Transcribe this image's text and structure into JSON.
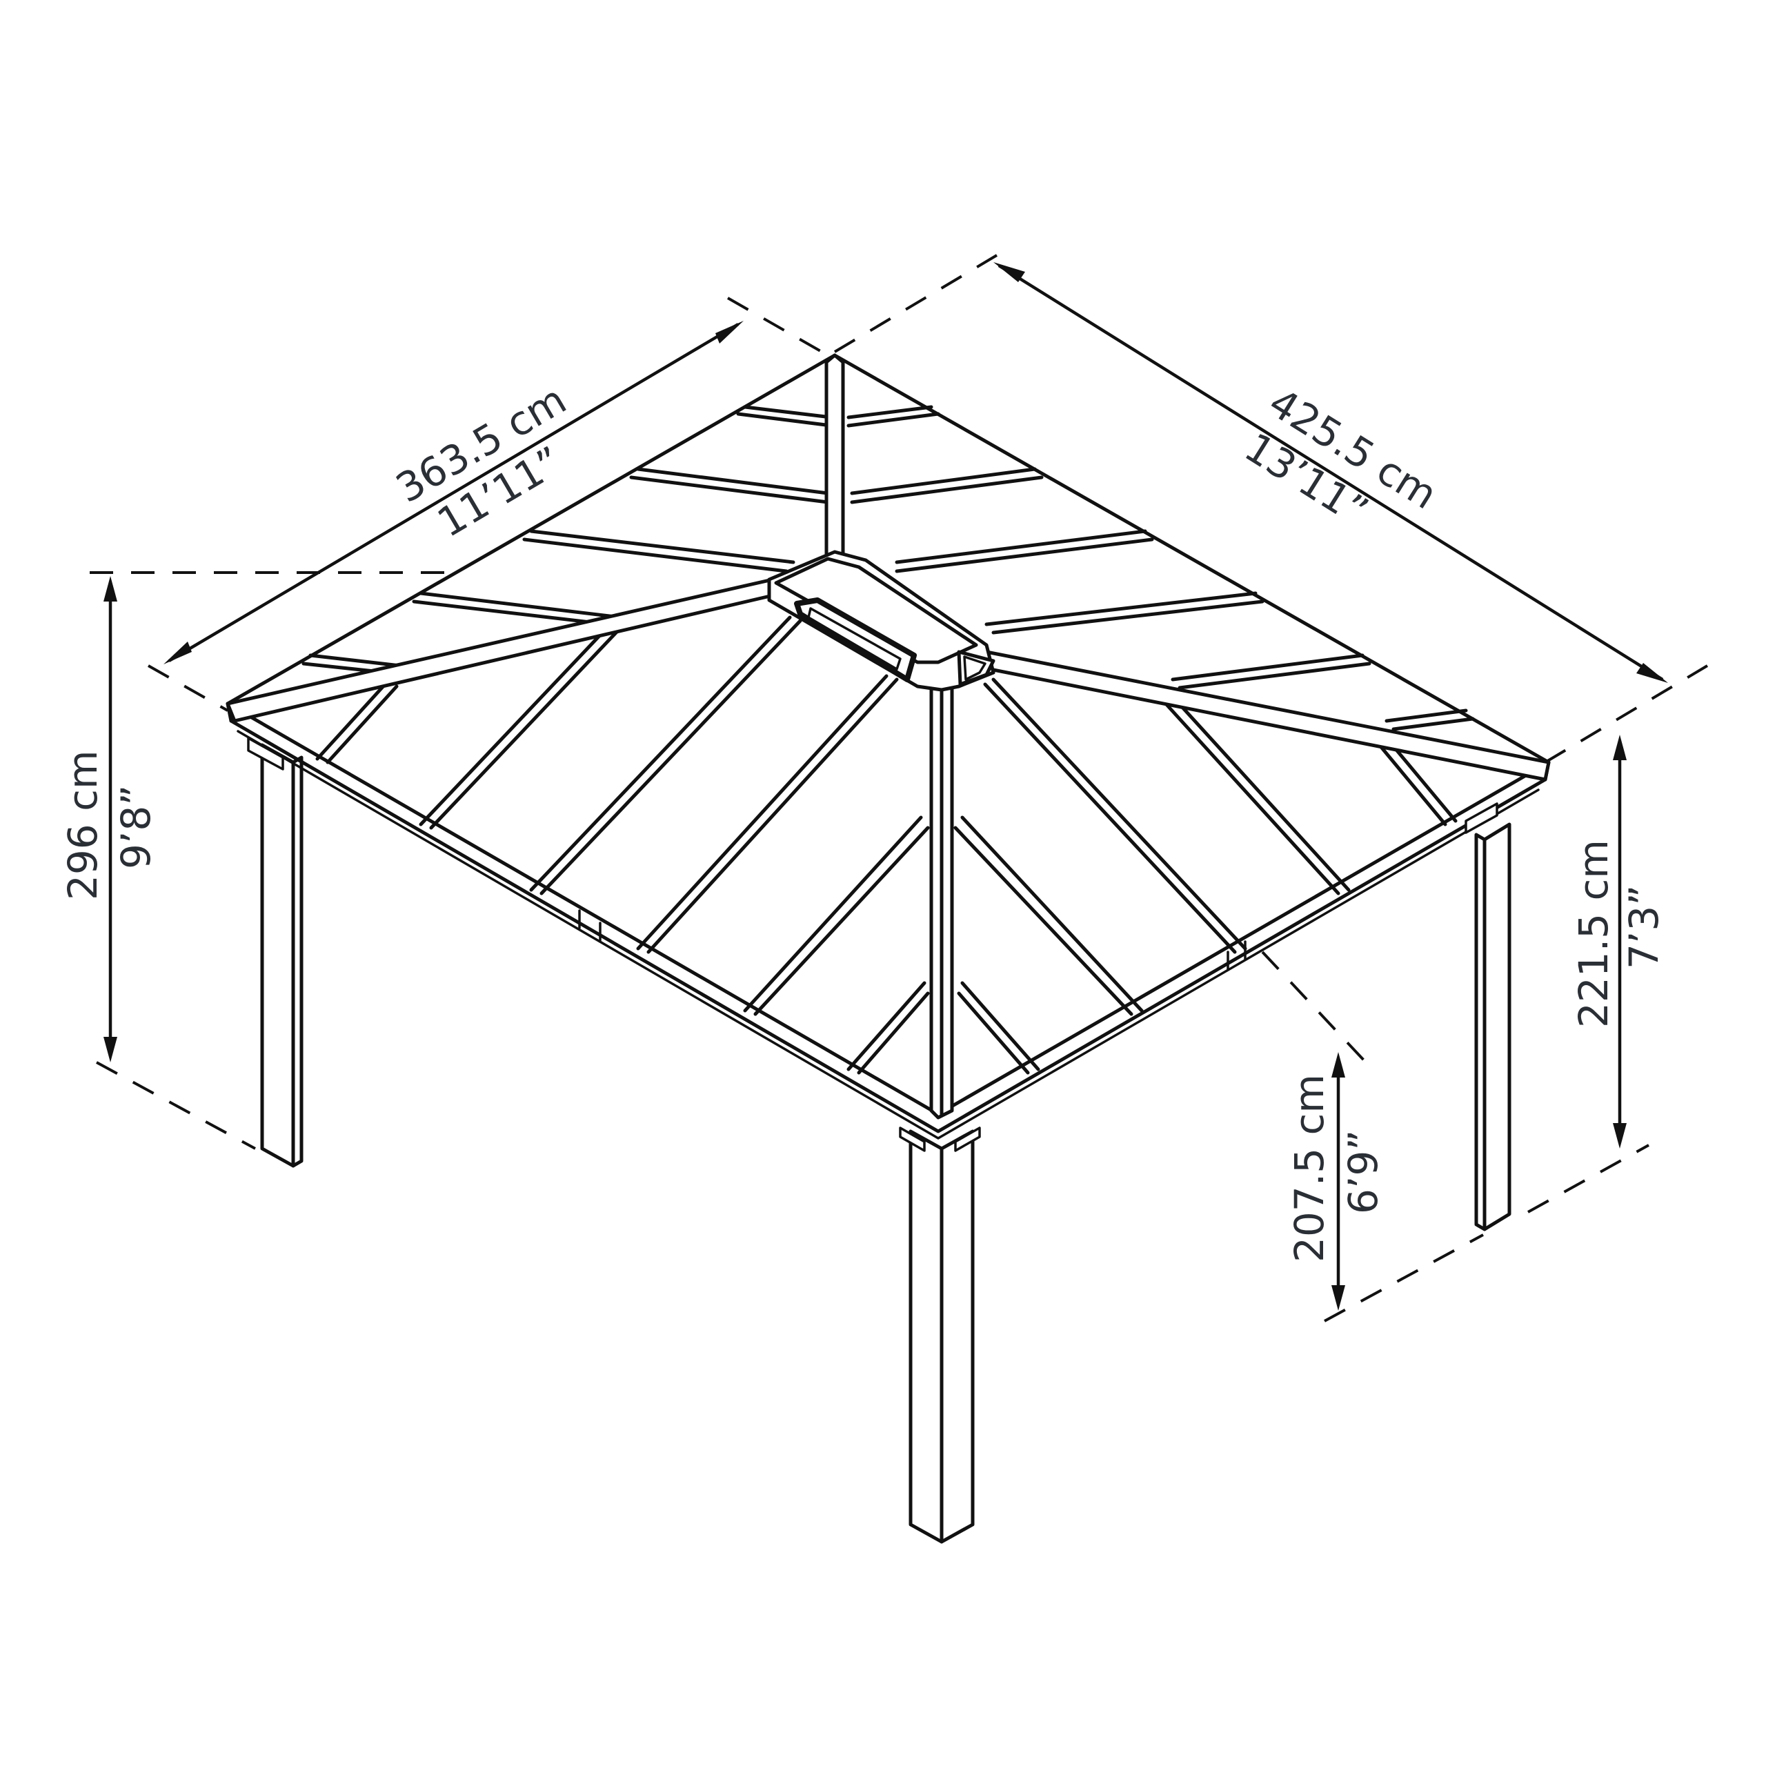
{
  "diagram": {
    "subject": "hardtop gazebo",
    "colors": {
      "line": "#111111",
      "label": "#2a2f36",
      "background": "#ffffff"
    },
    "dimensions": {
      "width_left": {
        "metric": "363.5 cm",
        "imperial": "11’11”"
      },
      "width_right": {
        "metric": "425.5 cm",
        "imperial": "13’11”"
      },
      "total_height": {
        "metric": "296 cm",
        "imperial": "9’8”"
      },
      "eave_height": {
        "metric": "221.5 cm",
        "imperial": "7’3”"
      },
      "clearance_height": {
        "metric": "207.5 cm",
        "imperial": "6’9”"
      }
    }
  }
}
